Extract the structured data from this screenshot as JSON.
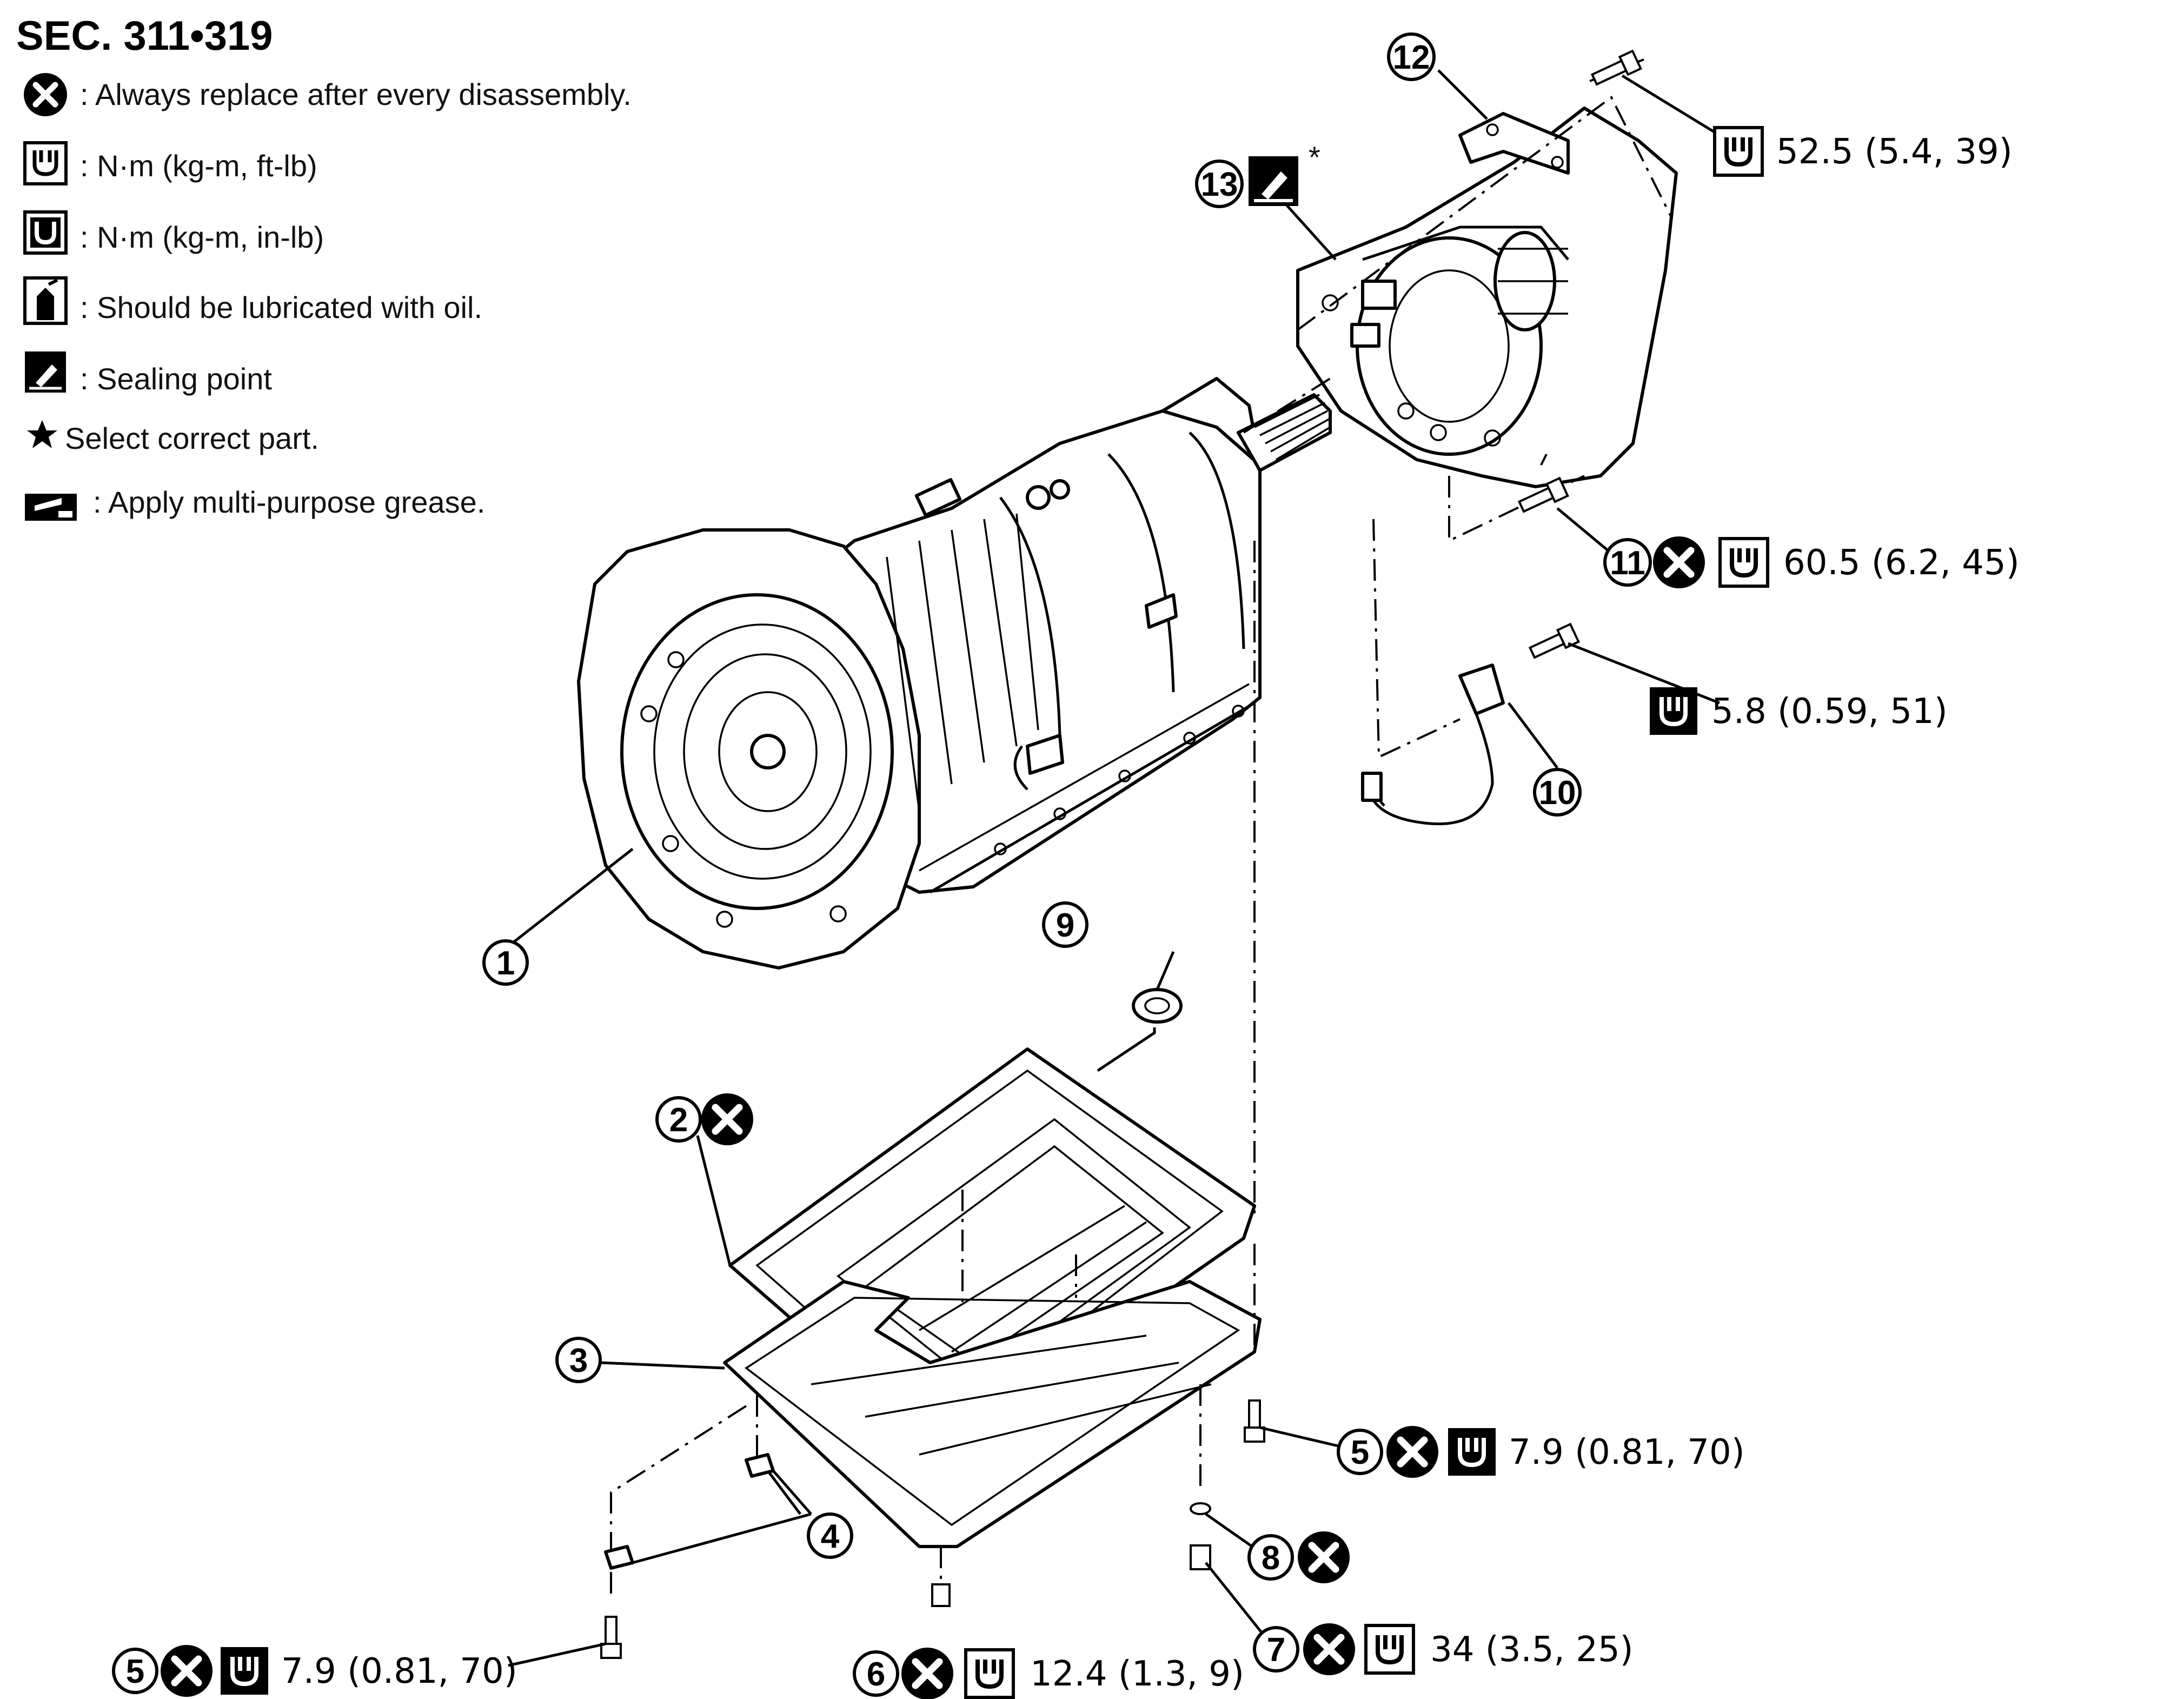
{
  "title": "SEC. 311•319",
  "legend": {
    "replace": ": Always replace after every disassembly.",
    "torque_ft_lb": ": N·m (kg-m, ft-lb)",
    "torque_in_lb": ": N·m (kg-m, in-lb)",
    "lubricate": ": Should be lubricated with oil.",
    "sealing": ": Sealing point",
    "select": "Select correct part.",
    "grease": ": Apply multi-purpose grease."
  },
  "callouts": {
    "c1": "1",
    "c2": "2",
    "c3": "3",
    "c4": "4",
    "c5a": "5",
    "c5b": "5",
    "c6": "6",
    "c7": "7",
    "c8": "8",
    "c9": "9",
    "c10": "10",
    "c11": "11",
    "c12": "12",
    "c13": "13"
  },
  "torques": {
    "t12": "52.5 (5.4, 39)",
    "t11": "60.5 (6.2, 45)",
    "t10": "5.8 (0.59, 51)",
    "t5a": "7.9 (0.81, 70)",
    "t5b": "7.9 (0.81, 70)",
    "t6": "12.4 (1.3, 9)",
    "t7": "34 (3.5, 25)"
  },
  "asterisk": "*",
  "icons": [
    "replace-icon",
    "torque-wrench-icon",
    "torque-wrench-dark-icon",
    "oil-can-icon",
    "sealing-icon",
    "star-icon",
    "grease-icon"
  ]
}
